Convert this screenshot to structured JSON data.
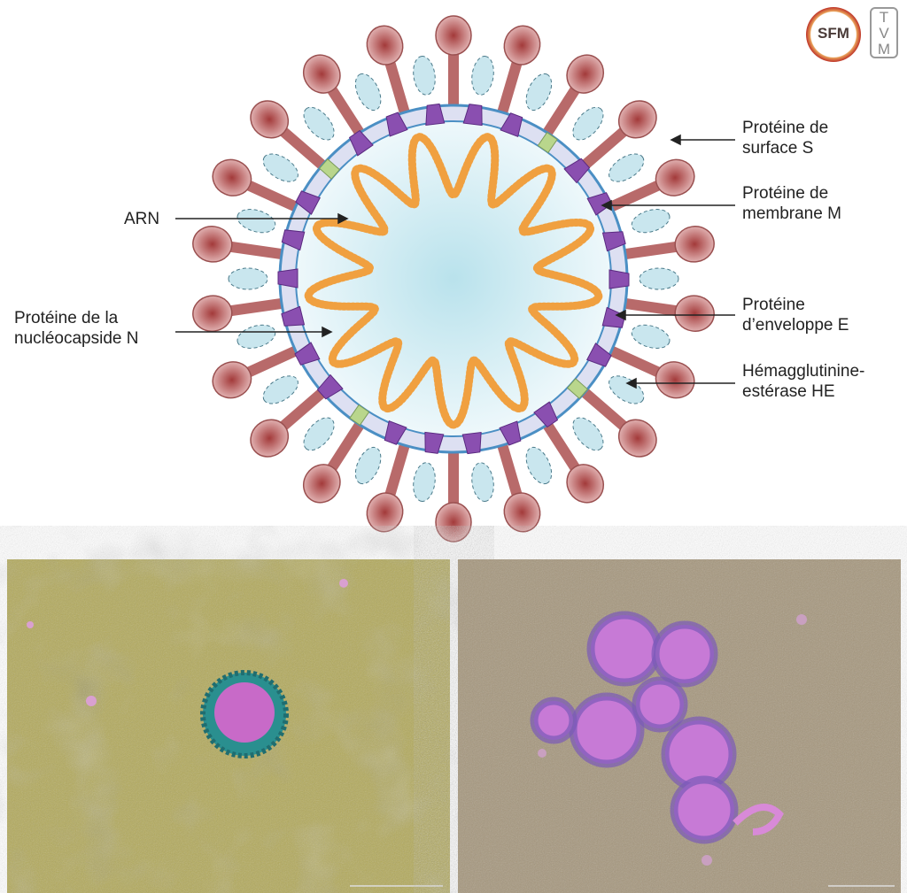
{
  "labels": {
    "spike": "Protéine de\nsurface S",
    "membrane": "Protéine de\nmembrane M",
    "rna": "ARN",
    "nucleocapsid": "Protéine de la\nnucléocapside N",
    "envelope": "Protéine\nd’enveloppe E",
    "he": "Hémagglutinine-\nestérase HE"
  },
  "logos": {
    "sfm": "SFM",
    "tvm": "T\nV\nM"
  },
  "colors": {
    "spike": "#b86a6a",
    "membrane": "#dde0f2",
    "m_protein": "#8a4fb0",
    "e_protein": "#b9d68c",
    "rna": "#f0a040",
    "he": "#c9e6ee",
    "left_micro": "#b3aa5c",
    "right_micro": "#a6977d"
  }
}
